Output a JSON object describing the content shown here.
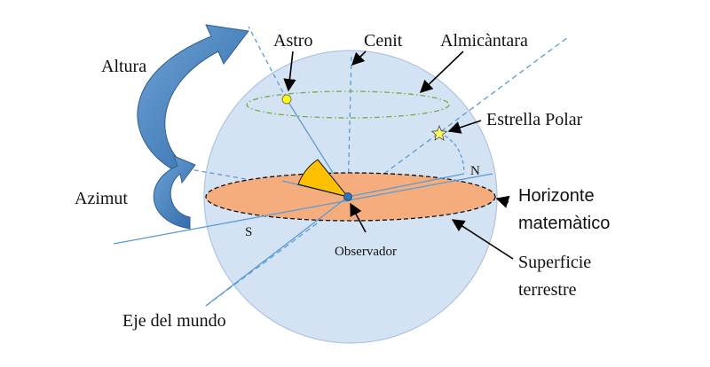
{
  "labels": {
    "altura": "Altura",
    "azimut": "Azimut",
    "astro": "Astro",
    "cenit": "Cenit",
    "almicantara": "Almicàntara",
    "estrella_polar": "Estrella  Polar",
    "north": "N",
    "south": "S",
    "horizonte_line1": "Horizonte",
    "horizonte_line2": "matemàtico",
    "observador": "Observador",
    "superficie_line1": "Superficie",
    "superficie_line2": "terrestre",
    "eje": "Eje  del mundo"
  },
  "colors": {
    "sphere_fill": "#d4e3f3",
    "sphere_stroke": "#aec4df",
    "horizon_fill": "#f5ad7e",
    "axis_line": "#5b9bd5",
    "almicantara_ring": "#70ad47",
    "angle_wedge": "#ffc000",
    "star_fill": "#ffff66",
    "astro_fill": "#ffff00",
    "curved_arrow": "#4a86c0"
  }
}
